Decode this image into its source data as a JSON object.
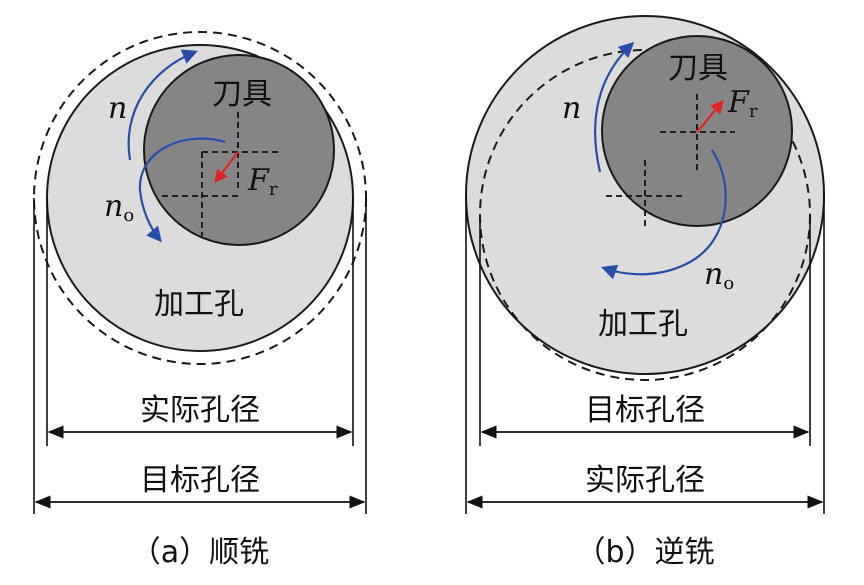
{
  "colors": {
    "hole_fill": "#dcdcdc",
    "tool_fill": "#858585",
    "outline": "#1a1a1a",
    "rotation_arrow": "#2a4ea8",
    "force_arrow": "#e02424"
  },
  "panel_a": {
    "tool_label": "刀具",
    "hole_label": "加工孔",
    "n_symbol": "n",
    "no_symbol": "n",
    "no_subscript": "o",
    "force_symbol": "F",
    "force_subscript": "r",
    "upper_dimension": "实际孔径",
    "lower_dimension": "目标孔径",
    "caption": "（a）顺铣"
  },
  "panel_b": {
    "tool_label": "刀具",
    "hole_label": "加工孔",
    "n_symbol": "n",
    "no_symbol": "n",
    "no_subscript": "o",
    "force_symbol": "F",
    "force_subscript": "r",
    "upper_dimension": "目标孔径",
    "lower_dimension": "实际孔径",
    "caption": "（b）逆铣"
  }
}
